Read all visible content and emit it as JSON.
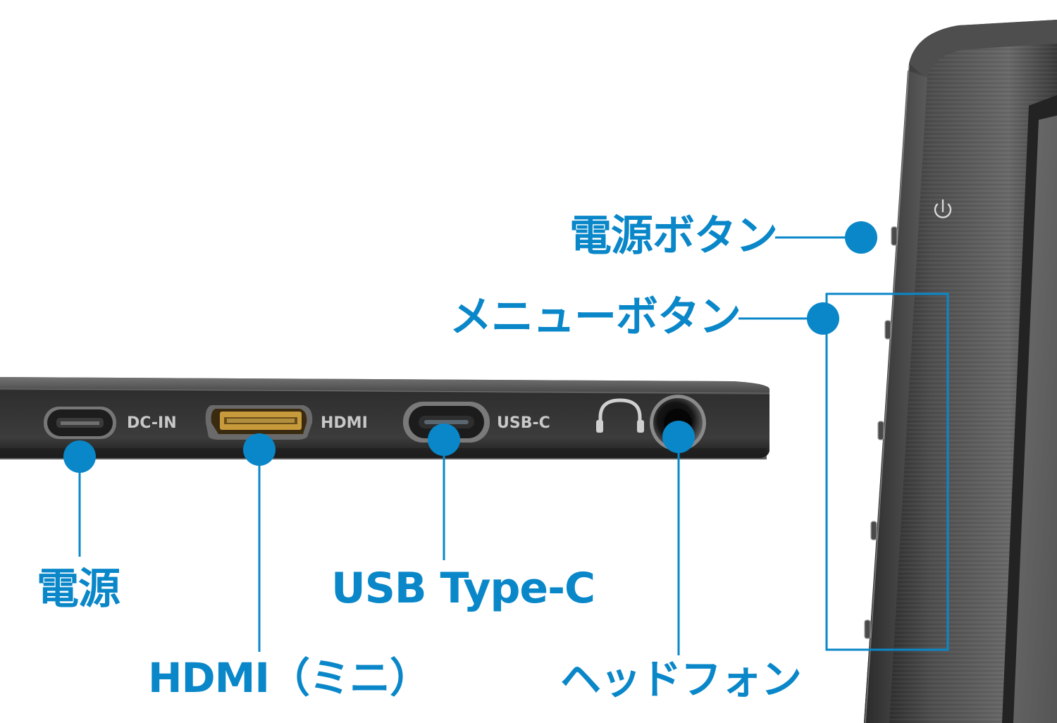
{
  "device": {
    "port_labels": {
      "dc_in": "DC-IN",
      "hdmi": "HDMI",
      "usb_c": "USB-C"
    },
    "icons": {
      "headphone": "headphone-icon",
      "power": "power-icon"
    }
  },
  "callouts": {
    "power_button": "電源ボタン",
    "menu_button": "メニューボタン",
    "power": "電源",
    "hdmi_mini": "HDMI（ミニ）",
    "usb_type_c": "USB Type-C",
    "headphone": "ヘッドフォン"
  },
  "colors": {
    "accent": "#0a87c9",
    "body": "#3a3a3a",
    "background": "#ffffff"
  }
}
